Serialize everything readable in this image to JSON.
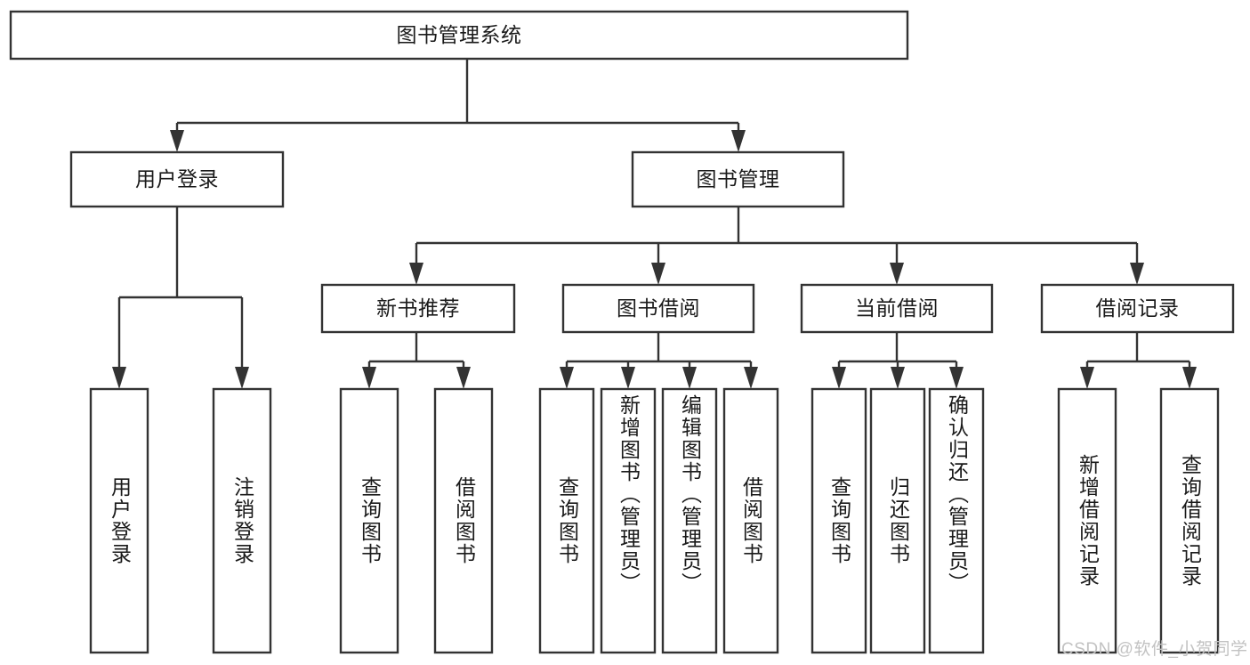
{
  "diagram": {
    "title": "图书管理系统",
    "watermark": "CSDN @软件_小贺同学",
    "colors": {
      "stroke": "#333333",
      "fill": "#ffffff",
      "text": "#1a1a1a",
      "watermark": "#c2c2c2",
      "background": "#ffffff"
    }
  },
  "nodes": {
    "root": {
      "label": "图书管理系统",
      "level": 1,
      "orientation": "horizontal"
    },
    "l2_user_login": {
      "label": "用户登录",
      "level": 2,
      "orientation": "horizontal"
    },
    "l2_book_mgmt": {
      "label": "图书管理",
      "level": 2,
      "orientation": "horizontal"
    },
    "l3_new_book_rec": {
      "label": "新书推荐",
      "level": 3,
      "orientation": "horizontal"
    },
    "l3_book_borrow": {
      "label": "图书借阅",
      "level": 3,
      "orientation": "horizontal"
    },
    "l3_current_borrow": {
      "label": "当前借阅",
      "level": 3,
      "orientation": "horizontal"
    },
    "l3_borrow_record": {
      "label": "借阅记录",
      "level": 3,
      "orientation": "horizontal"
    },
    "leaf_user_login": {
      "label": "用户登录",
      "level": 4,
      "orientation": "vertical"
    },
    "leaf_logout": {
      "label": "注销登录",
      "level": 4,
      "orientation": "vertical"
    },
    "leaf_query_book_1": {
      "label": "查询图书",
      "level": 4,
      "orientation": "vertical"
    },
    "leaf_borrow_book_1": {
      "label": "借阅图书",
      "level": 4,
      "orientation": "vertical"
    },
    "leaf_query_book_2": {
      "label": "查询图书",
      "level": 4,
      "orientation": "vertical"
    },
    "leaf_add_book": {
      "label": "新增图书（管理员）",
      "level": 4,
      "orientation": "vertical"
    },
    "leaf_edit_book": {
      "label": "编辑图书（管理员）",
      "level": 4,
      "orientation": "vertical"
    },
    "leaf_borrow_book_2": {
      "label": "借阅图书",
      "level": 4,
      "orientation": "vertical"
    },
    "leaf_query_book_3": {
      "label": "查询图书",
      "level": 4,
      "orientation": "vertical"
    },
    "leaf_return_book": {
      "label": "归还图书",
      "level": 4,
      "orientation": "vertical"
    },
    "leaf_confirm_return": {
      "label": "确认归还（管理员）",
      "level": 4,
      "orientation": "vertical"
    },
    "leaf_add_record": {
      "label": "新增借阅记录",
      "level": 4,
      "orientation": "vertical"
    },
    "leaf_query_record": {
      "label": "查询借阅记录",
      "level": 4,
      "orientation": "vertical"
    }
  },
  "chart_data": {
    "type": "tree",
    "title": "图书管理系统",
    "root": {
      "label": "图书管理系统",
      "children": [
        {
          "label": "用户登录",
          "children": [
            {
              "label": "用户登录",
              "children": []
            },
            {
              "label": "注销登录",
              "children": []
            }
          ]
        },
        {
          "label": "图书管理",
          "children": [
            {
              "label": "新书推荐",
              "children": [
                {
                  "label": "查询图书",
                  "children": []
                },
                {
                  "label": "借阅图书",
                  "children": []
                }
              ]
            },
            {
              "label": "图书借阅",
              "children": [
                {
                  "label": "查询图书",
                  "children": []
                },
                {
                  "label": "新增图书（管理员）",
                  "children": []
                },
                {
                  "label": "编辑图书（管理员）",
                  "children": []
                },
                {
                  "label": "借阅图书",
                  "children": []
                }
              ]
            },
            {
              "label": "当前借阅",
              "children": [
                {
                  "label": "查询图书",
                  "children": []
                },
                {
                  "label": "归还图书",
                  "children": []
                },
                {
                  "label": "确认归还（管理员）",
                  "children": []
                }
              ]
            },
            {
              "label": "借阅记录",
              "children": [
                {
                  "label": "新增借阅记录",
                  "children": []
                },
                {
                  "label": "查询借阅记录",
                  "children": []
                }
              ]
            }
          ]
        }
      ]
    },
    "depth": 4,
    "node_count": 21,
    "leaf_count": 13
  }
}
